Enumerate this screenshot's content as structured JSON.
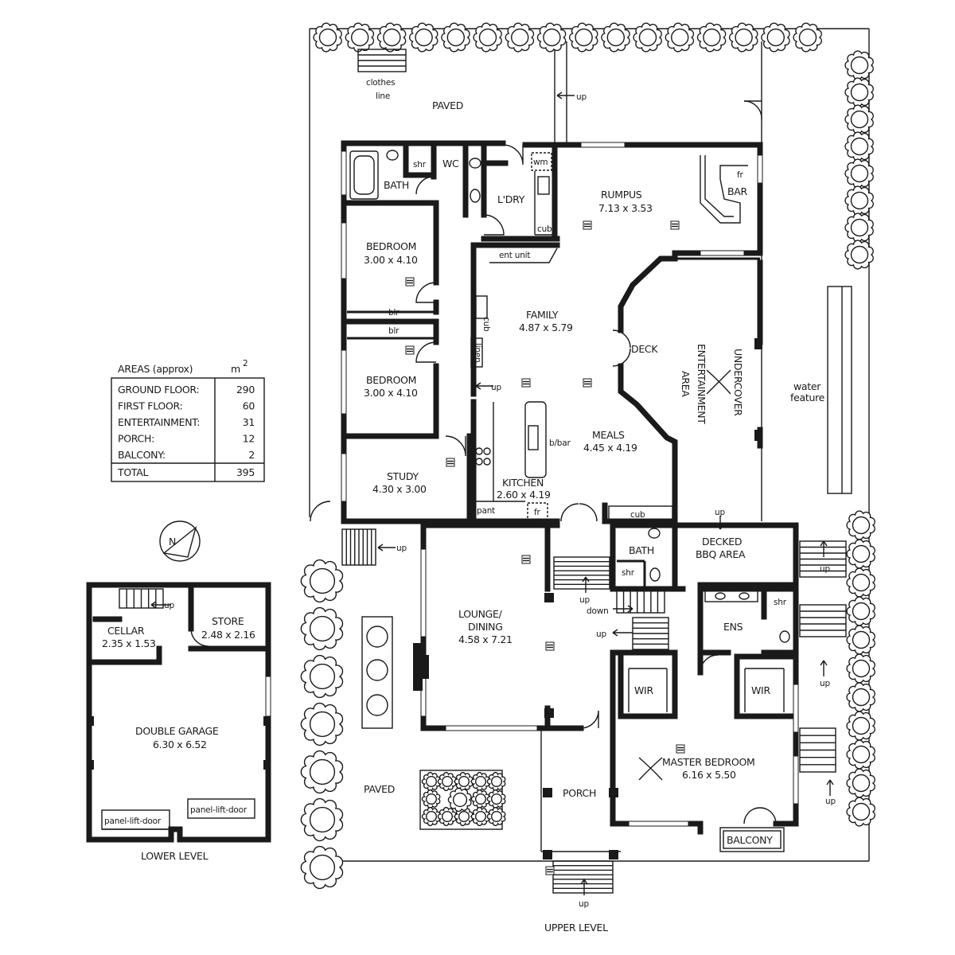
{
  "areas_table": {
    "title": "AREAS (approx)",
    "unit": "m",
    "rows": [
      {
        "label": "GROUND FLOOR:",
        "value": "290"
      },
      {
        "label": "FIRST FLOOR:",
        "value": "60"
      },
      {
        "label": "ENTERTAINMENT:",
        "value": "31"
      },
      {
        "label": "PORCH:",
        "value": "12"
      },
      {
        "label": "BALCONY:",
        "value": "2"
      }
    ],
    "total_label": "TOTAL",
    "total_value": "395"
  },
  "levels": {
    "lower": "LOWER LEVEL",
    "upper": "UPPER LEVEL"
  },
  "compass_letter": "N",
  "rooms": {
    "paved_north": "PAVED",
    "clothes_line_1": "clothes",
    "clothes_line_2": "line",
    "bath": "BATH",
    "shr": "shr",
    "wc": "WC",
    "ldry": "L'DRY",
    "wm": "wm",
    "cub": "cub",
    "rumpus": "RUMPUS",
    "rumpus_dim": "7.13 x 3.53",
    "bar": "BAR",
    "fr": "fr",
    "bedroom1": "BEDROOM",
    "bedroom1_dim": "3.00 x 4.10",
    "blr": "blr",
    "bedroom2": "BEDROOM",
    "bedroom2_dim": "3.00 x 4.10",
    "ent_unit": "ent unit",
    "family": "FAMILY",
    "family_dim": "4.87 x 5.79",
    "linen": "linen",
    "up": "up",
    "down": "down",
    "deck": "DECK",
    "undercover_1": "UNDERCOVER",
    "undercover_2": "ENTERTAINMENT",
    "undercover_3": "AREA",
    "water_1": "water",
    "water_2": "feature",
    "bbar": "b/bar",
    "meals": "MEALS",
    "meals_dim": "4.45 x 4.19",
    "kitchen": "KITCHEN",
    "kitchen_dim": "2.60 x 4.19",
    "pant": "pant",
    "study": "STUDY",
    "study_dim": "4.30 x 3.00",
    "decked_1": "DECKED",
    "decked_2": "BBQ AREA",
    "lounge_1": "LOUNGE/",
    "lounge_2": "DINING",
    "lounge_dim": "4.58 x 7.21",
    "ens": "ENS",
    "wir": "WIR",
    "master": "MASTER BEDROOM",
    "master_dim": "6.16 x 5.50",
    "porch": "PORCH",
    "paved_south": "PAVED",
    "balcony": "BALCONY",
    "cellar": "CELLAR",
    "cellar_dim": "2.35 x 1.53",
    "store": "STORE",
    "store_dim": "2.48 x 2.16",
    "garage": "DOUBLE GARAGE",
    "garage_dim": "6.30 x 6.52",
    "panel_door": "panel-lift-door"
  }
}
